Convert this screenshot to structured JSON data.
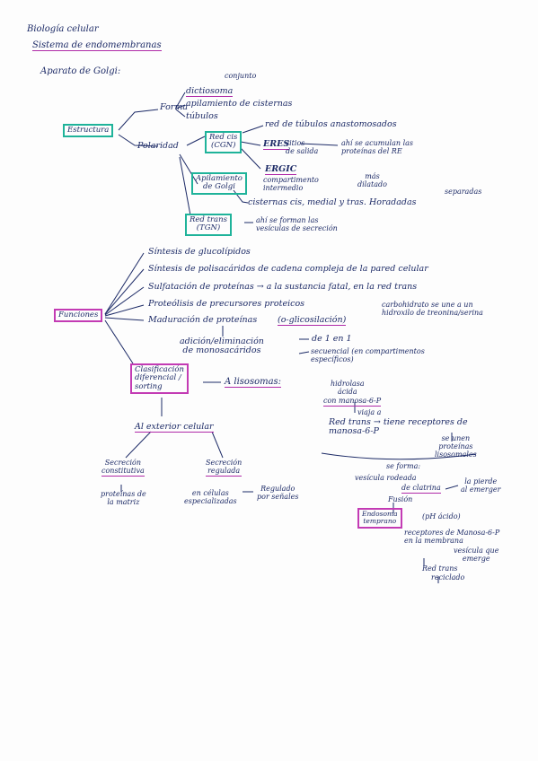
{
  "header": {
    "subject": "Biología celular",
    "topic": "Sistema de endomembranas",
    "section": "Aparato de Golgi:"
  },
  "estructura": {
    "label": "Estructura",
    "forma": "Forma",
    "forma_items": [
      "dictiosoma",
      "apilamiento de cisternas",
      "túbulos"
    ],
    "conjunto_note": "conjunto",
    "polaridad": "Polaridad",
    "red_cis": "Red cis\n(CGN)",
    "red_cis_desc": "red de túbulos anastomosados",
    "eres": "ERES",
    "eres_desc": "sitios\nde salida",
    "eres_note": "ahí se acumulan las\nproteínas del RE",
    "ergic": "ERGIC",
    "ergic_desc": "compartimento\nintermedio",
    "apilamiento": "Apilamiento\nde Golgi",
    "cisternas": "cisternas cis, medial y tras. Horadadas",
    "mas_dilatado": "más\ndilatado",
    "separadas": "separadas",
    "red_trans": "Red trans\n(TGN)",
    "red_trans_desc": "ahí se forman las\nvesículas de secreción"
  },
  "funciones": {
    "label": "Funciones",
    "items": [
      "Síntesis de glucolípidos",
      "Síntesis de polisacáridos de cadena compleja de la pared celular",
      "Sulfatación de proteínas → a la sustancia fatal, en la red trans",
      "Proteólisis de precursores proteicos",
      "Maduración de proteínas"
    ],
    "o_glicosilacion": "(o-glicosilación)",
    "carbohidratos_note": "carbohidrato se une a un\nhidroxilo de treonina/serina",
    "adicion": "adición/eliminación\nde monosacáridos",
    "de_1_en_1": "de 1 en 1",
    "secuencial": "secuencial (en compartimentos\nespecíficos)"
  },
  "clasificacion": {
    "label": "Clasificación\ndiferencial /\nsorting",
    "lisosomas": "A lisosomas:",
    "exterior": "Al exterior celular",
    "constitutiva": "Secreción\nconstitutiva",
    "constitutiva_desc": "proteínas de\nla matriz",
    "regulada": "Secreción\nregulada",
    "celulas": "en células\nespecializadas",
    "regulado": "Regulado\npor señales"
  },
  "lisosoma_path": {
    "hidrolasa": "hidrolasa\nácida",
    "manosa": "con manosa-6-P",
    "viaja": "viaja a",
    "red_trans_receptores": "Red trans → tiene receptores de\nmanosa-6-P",
    "se_unen": "se unen\nproteínas\nlisosomales",
    "se_forma": "se forma:",
    "vesicula": "vesícula rodeada",
    "clatrina": "de clatrina",
    "pierde": "la pierde\nal emerger",
    "fusion": "Fusión",
    "endosoma": "Endosoma\ntemprano",
    "ph": "(pH ácido)",
    "receptores_manosa": "receptores de Manosa-6-P\nen la membrana",
    "vesicula_emerge": "vesícula que\nemerge",
    "red_trans_final": "Red trans",
    "reciclado": "reciclado"
  }
}
